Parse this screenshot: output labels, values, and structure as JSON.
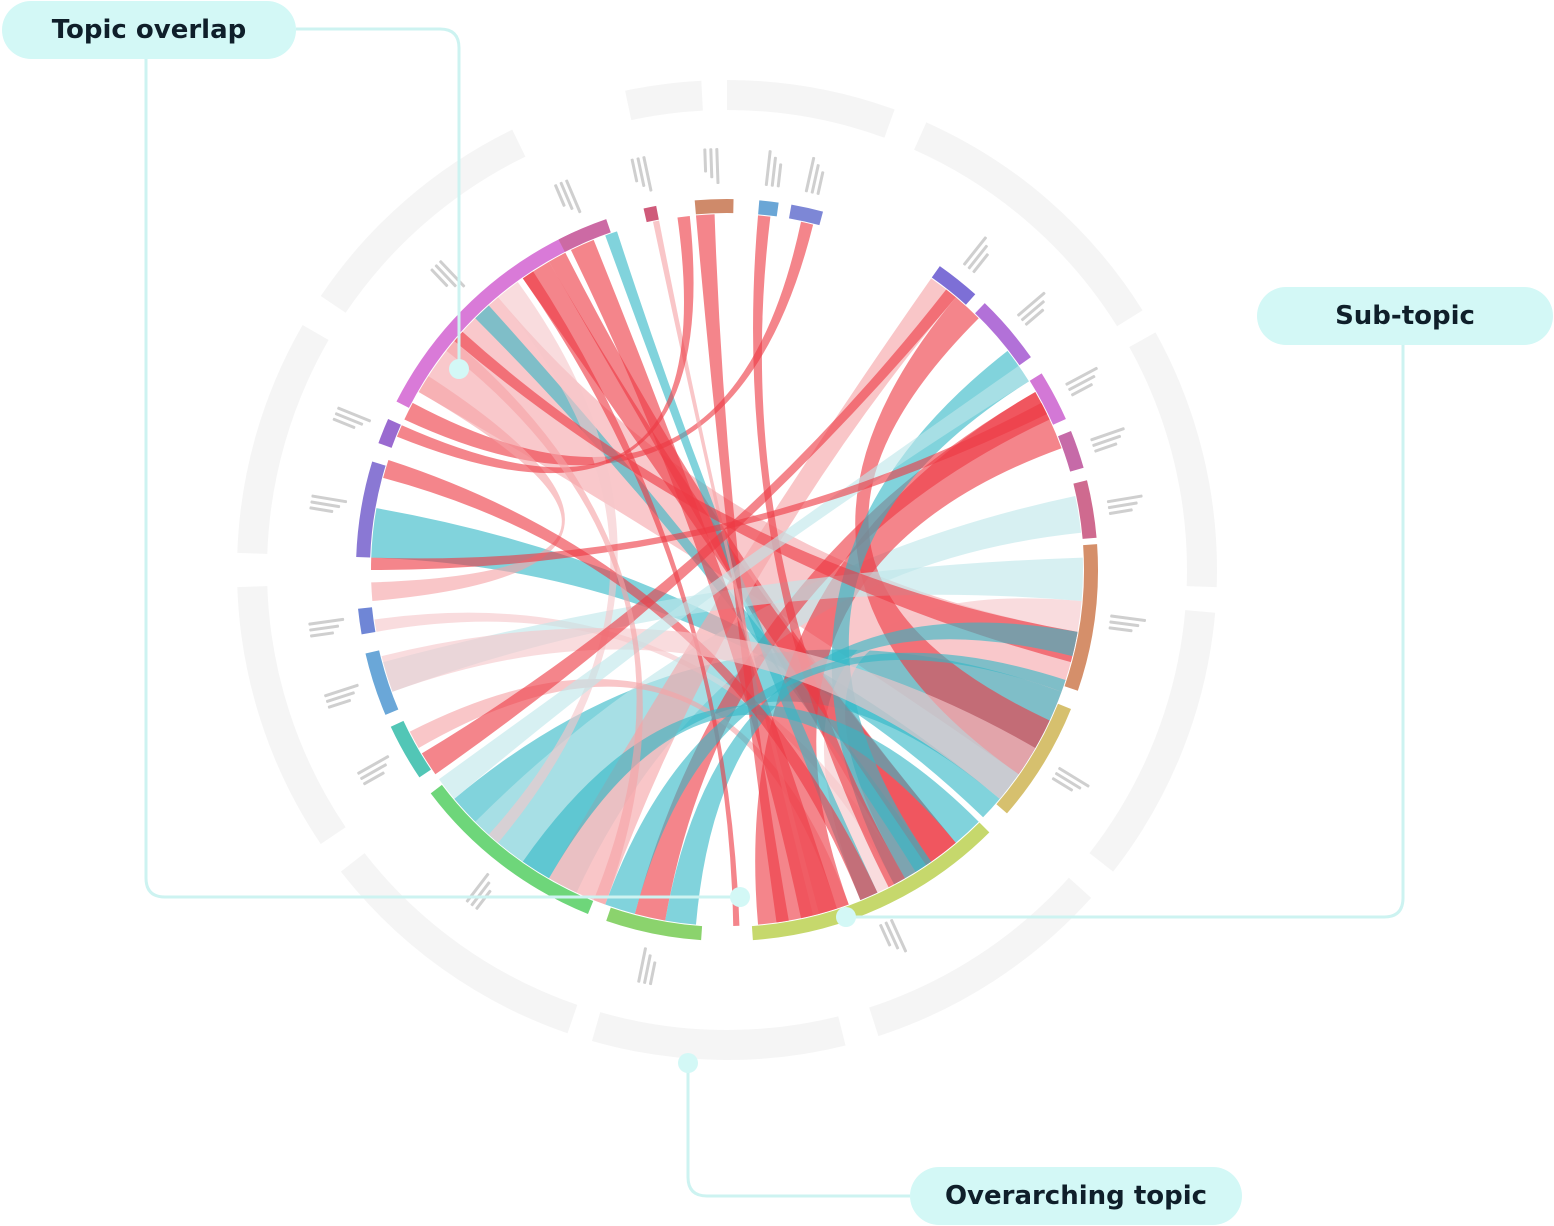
{
  "callouts": {
    "topic_overlap": "Topic overlap",
    "sub_topic": "Sub-topic",
    "overarching_topic": "Overarching topic"
  },
  "colors": {
    "callout_fill": "#d3f8f6",
    "leader_line": "#cdf3f1",
    "ribbon_red": "#ee3a44",
    "ribbon_light_red": "#f6a3a7",
    "ribbon_teal": "#34b8c6",
    "ribbon_light_teal": "#bfe6ea",
    "outer_ring": "#f5f5f5",
    "label_text": "#cfcfcf"
  },
  "subtopic_arcs": [
    {
      "color": "#d97ad8"
    },
    {
      "color": "#9a6ad0"
    },
    {
      "color": "#8a78d4"
    },
    {
      "color": "#6f86d6"
    },
    {
      "color": "#6aa7d8"
    },
    {
      "color": "#52c6b6"
    },
    {
      "color": "#6ed67a"
    },
    {
      "color": "#8bd36d"
    },
    {
      "color": "#c6d86c"
    },
    {
      "color": "#d6c06e"
    },
    {
      "color": "#d58f6a"
    },
    {
      "color": "#cf6a8f"
    },
    {
      "color": "#c66aa8"
    },
    {
      "color": "#d378d6"
    },
    {
      "color": "#b271d8"
    },
    {
      "color": "#7d6fd6"
    },
    {
      "color": "#7d87d6"
    },
    {
      "color": "#6aa6d6"
    },
    {
      "color": "#cf8a6a"
    },
    {
      "color": "#cf5a7a"
    },
    {
      "color": "#cc6aa4"
    }
  ],
  "ribbons": [
    {
      "color": "#f5a7ab"
    },
    {
      "color": "#ee3a44"
    },
    {
      "color": "#34b8c6"
    },
    {
      "color": "#f6c6c9"
    },
    {
      "color": "#ee3a44"
    },
    {
      "color": "#34b8c6"
    },
    {
      "color": "#bfe6ea"
    },
    {
      "color": "#ee3a44"
    },
    {
      "color": "#f6a3a7"
    },
    {
      "color": "#34b8c6"
    },
    {
      "color": "#ee3a44"
    },
    {
      "color": "#f6c6c9"
    },
    {
      "color": "#ee3a44"
    },
    {
      "color": "#34b8c6"
    },
    {
      "color": "#f6a3a7"
    },
    {
      "color": "#ee3a44"
    },
    {
      "color": "#bfe6ea"
    },
    {
      "color": "#ee3a44"
    },
    {
      "color": "#f6a3a7"
    },
    {
      "color": "#34b8c6"
    },
    {
      "color": "#ee3a44"
    },
    {
      "color": "#f6c6c9"
    },
    {
      "color": "#ee3a44"
    },
    {
      "color": "#34b8c6"
    },
    {
      "color": "#ee3a44"
    },
    {
      "color": "#f6a3a7"
    },
    {
      "color": "#ee3a44"
    },
    {
      "color": "#34b8c6"
    },
    {
      "color": "#ee3a44"
    },
    {
      "color": "#f6c6c9"
    },
    {
      "color": "#ee3a44"
    },
    {
      "color": "#34b8c6"
    },
    {
      "color": "#ee3a44"
    },
    {
      "color": "#bfe6ea"
    },
    {
      "color": "#ee3a44"
    },
    {
      "color": "#f6a3a7"
    }
  ]
}
